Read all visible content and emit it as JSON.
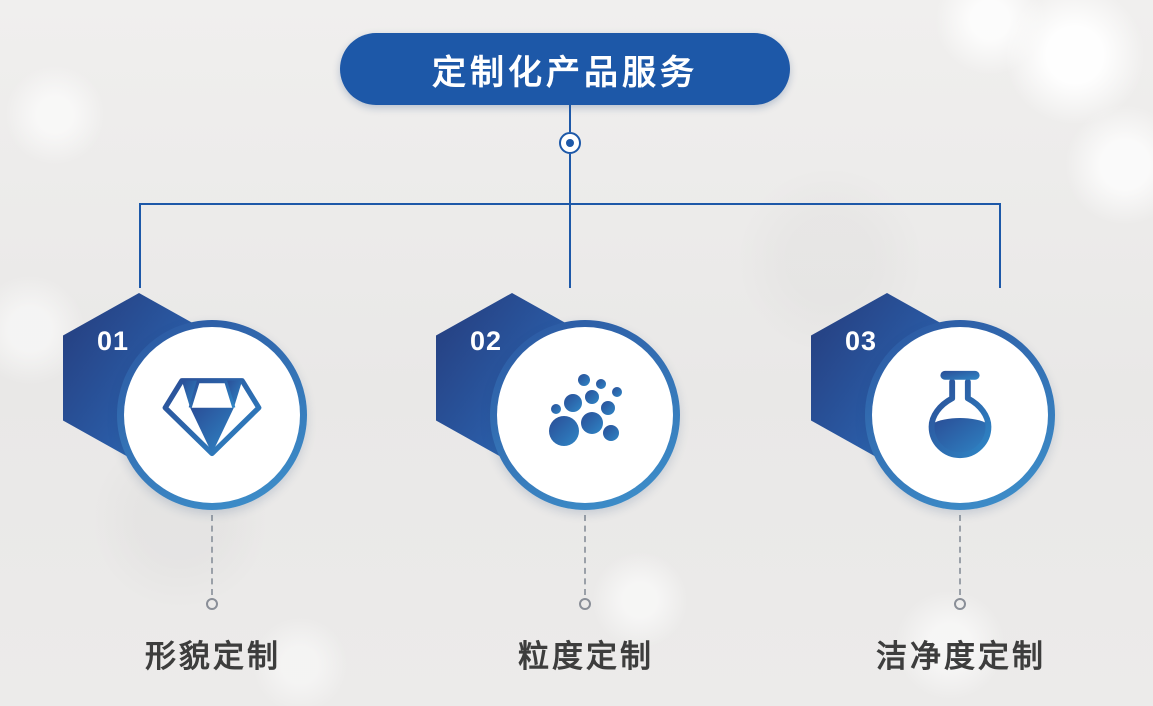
{
  "header": {
    "title": "定制化产品服务"
  },
  "items": [
    {
      "number": "01",
      "label": "形貌定制",
      "icon": "diamond-icon"
    },
    {
      "number": "02",
      "label": "粒度定制",
      "icon": "particles-icon"
    },
    {
      "number": "03",
      "label": "洁净度定制",
      "icon": "flask-icon"
    }
  ],
  "colors": {
    "primary_blue": "#1d58a8",
    "hexagon_gradient_start": "#253c7c",
    "hexagon_gradient_end": "#2f82c4",
    "icon_blue_start": "#2a4d96",
    "icon_blue_end": "#2f86c6",
    "circle_ring_start": "#2a55a0",
    "circle_ring_end": "#3f93cd",
    "label_text": "#3d3d3d",
    "connector_dash": "#9aa0a8",
    "background": "#eae9e8"
  }
}
